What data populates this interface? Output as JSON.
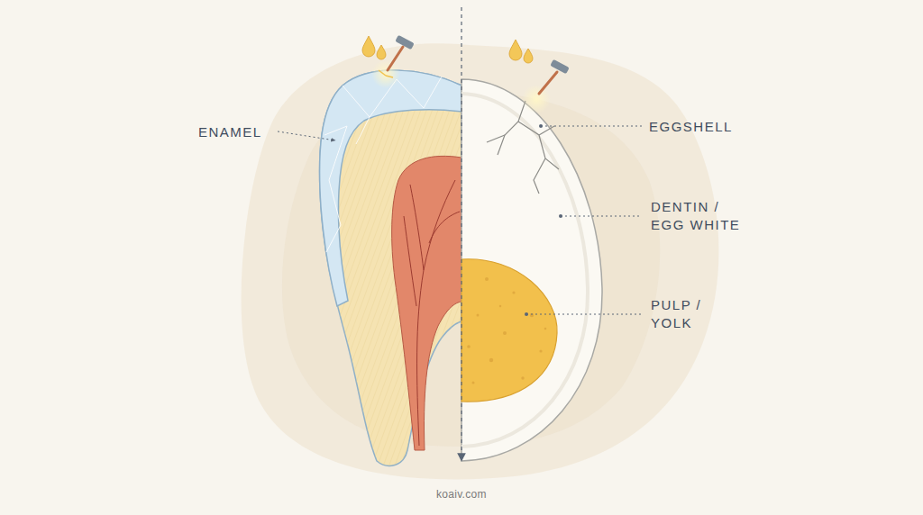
{
  "diagram": {
    "labels": [
      "ENAMEL",
      "EGGSHELL",
      "DENTIN / EGG WHITE",
      "PULP / YOLK",
      "koaiv.com"
    ]
  }
}
